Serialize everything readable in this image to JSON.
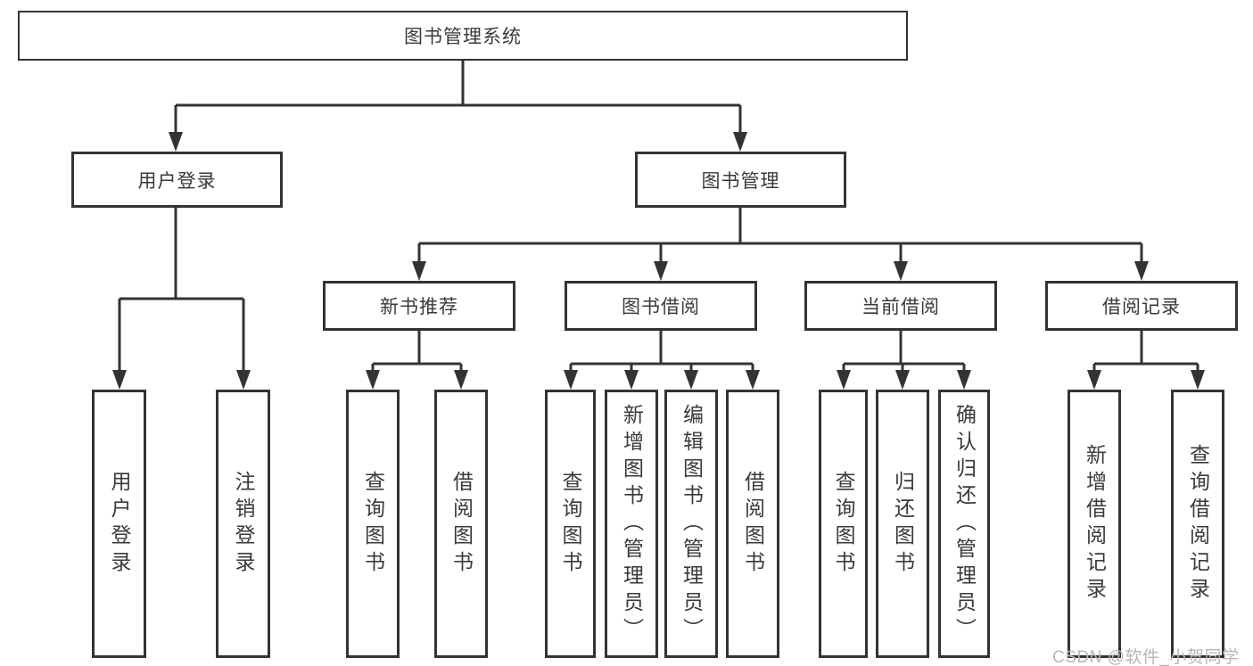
{
  "nodes": {
    "root": "图书管理系统",
    "user_login": "用户登录",
    "book_mgmt": "图书管理",
    "new_book_rec": "新书推荐",
    "book_borrowing": "图书借阅",
    "current_borrowing": "当前借阅",
    "borrowing_records": "借阅记录",
    "leaf_user_login": "用户登录",
    "leaf_logout": "注销登录",
    "leaf_rec_query_book": "查询图书",
    "leaf_rec_borrow_book": "借阅图书",
    "leaf_bor_query_book": "查询图书",
    "leaf_bor_add_book": "新增图书（管理员）",
    "leaf_bor_edit_book": "编辑图书（管理员）",
    "leaf_bor_borrow_book": "借阅图书",
    "leaf_cur_query_book": "查询图书",
    "leaf_cur_return_book": "归还图书",
    "leaf_cur_confirm_return": "确认归还（管理员）",
    "leaf_hist_add_record": "新增借阅记录",
    "leaf_hist_query_record": "查询借阅记录"
  },
  "edges": [
    {
      "from": "root",
      "to": "user_login"
    },
    {
      "from": "root",
      "to": "book_mgmt"
    },
    {
      "from": "user_login",
      "to": "leaf_user_login"
    },
    {
      "from": "user_login",
      "to": "leaf_logout"
    },
    {
      "from": "book_mgmt",
      "to": "new_book_rec"
    },
    {
      "from": "book_mgmt",
      "to": "book_borrowing"
    },
    {
      "from": "book_mgmt",
      "to": "current_borrowing"
    },
    {
      "from": "book_mgmt",
      "to": "borrowing_records"
    },
    {
      "from": "new_book_rec",
      "to": "leaf_rec_query_book"
    },
    {
      "from": "new_book_rec",
      "to": "leaf_rec_borrow_book"
    },
    {
      "from": "book_borrowing",
      "to": "leaf_bor_query_book"
    },
    {
      "from": "book_borrowing",
      "to": "leaf_bor_add_book"
    },
    {
      "from": "book_borrowing",
      "to": "leaf_bor_edit_book"
    },
    {
      "from": "book_borrowing",
      "to": "leaf_bor_borrow_book"
    },
    {
      "from": "current_borrowing",
      "to": "leaf_cur_query_book"
    },
    {
      "from": "current_borrowing",
      "to": "leaf_cur_return_book"
    },
    {
      "from": "current_borrowing",
      "to": "leaf_cur_confirm_return"
    },
    {
      "from": "borrowing_records",
      "to": "leaf_hist_add_record"
    },
    {
      "from": "borrowing_records",
      "to": "leaf_hist_query_record"
    }
  ],
  "watermark": "CSDN @软件_小贺同学",
  "colors": {
    "line": "#333333",
    "box_border": "#333333",
    "text": "#3a3a3a",
    "watermark": "#b6b6b6",
    "background": "#ffffff"
  }
}
